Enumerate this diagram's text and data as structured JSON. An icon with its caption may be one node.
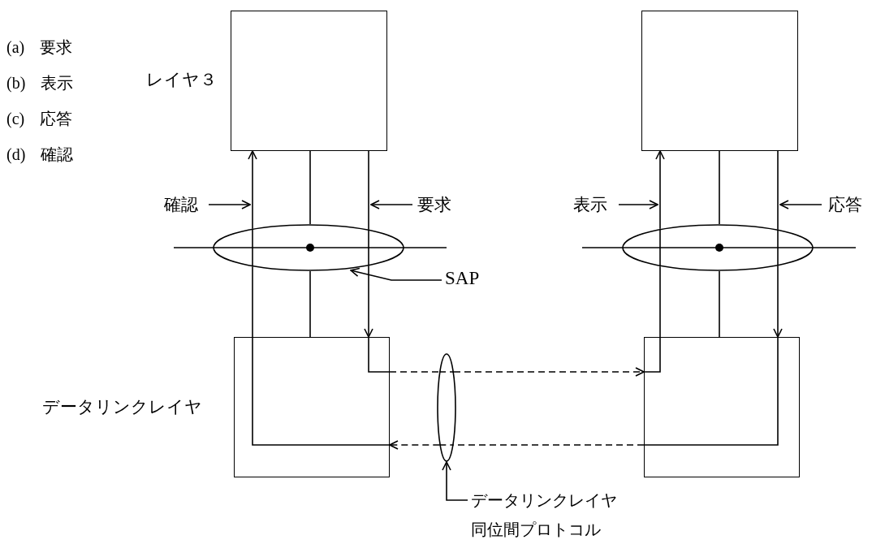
{
  "diagram": {
    "nodes": [
      {
        "text": [],
        "shape": "box",
        "beside": [
          "レイヤ３"
        ]
      },
      {
        "text": [],
        "shape": "box"
      },
      {
        "text": [],
        "shape": "box",
        "beside": [
          "データリンクレイヤ"
        ]
      },
      {
        "text": [],
        "shape": "box"
      },
      {
        "text": [],
        "shape": "ellipse"
      },
      {
        "text": [],
        "shape": "ellipse"
      },
      {
        "text": [
          "SAP"
        ]
      },
      {
        "text": [],
        "shape": "ellipse"
      },
      {
        "text": [
          "データリンクレイヤ同位間プロトコル"
        ]
      },
      {
        "text": [
          "確認"
        ]
      },
      {
        "text": [
          "要求"
        ]
      },
      {
        "text": [
          "表示"
        ]
      },
      {
        "text": [
          "応答"
        ]
      }
    ],
    "edges": [
      {
        "from": 2,
        "to": 4,
        "arrow": "none"
      },
      {
        "from": 4,
        "to": 0,
        "arrow": "to"
      },
      {
        "from": 0,
        "to": 4,
        "arrow": "none"
      },
      {
        "from": 4,
        "to": 2,
        "arrow": "none"
      },
      {
        "from": 0,
        "to": 4,
        "arrow": "none"
      },
      {
        "from": 4,
        "to": 2,
        "arrow": "to"
      },
      {
        "from": 2,
        "to": 7,
        "arrow": "none",
        "style": "dashed"
      },
      {
        "from": 7,
        "to": 3,
        "arrow": "to",
        "style": "dashed"
      },
      {
        "from": 3,
        "to": 5,
        "arrow": "none"
      },
      {
        "from": 5,
        "to": 1,
        "arrow": "to"
      },
      {
        "from": 1,
        "to": 5,
        "arrow": "none"
      },
      {
        "from": 5,
        "to": 3,
        "arrow": "none"
      },
      {
        "from": 1,
        "to": 5,
        "arrow": "none"
      },
      {
        "from": 5,
        "to": 3,
        "arrow": "to"
      },
      {
        "from": 3,
        "to": 7,
        "arrow": "none",
        "style": "dashed"
      },
      {
        "from": 7,
        "to": 2,
        "arrow": "to",
        "style": "dashed"
      },
      {
        "from": 6,
        "to": 4,
        "arrow": "to"
      },
      {
        "from": 8,
        "to": 7,
        "arrow": "to"
      },
      {
        "from": 9,
        "to": null,
        "arrow": "to"
      },
      {
        "from": 10,
        "to": null,
        "arrow": "to"
      },
      {
        "from": 11,
        "to": null,
        "arrow": "to"
      },
      {
        "from": 12,
        "to": null,
        "arrow": "to"
      }
    ],
    "labels": [
      "(a) 要求",
      "(b) 表示",
      "(c) 応答",
      "(d) 確認"
    ]
  }
}
